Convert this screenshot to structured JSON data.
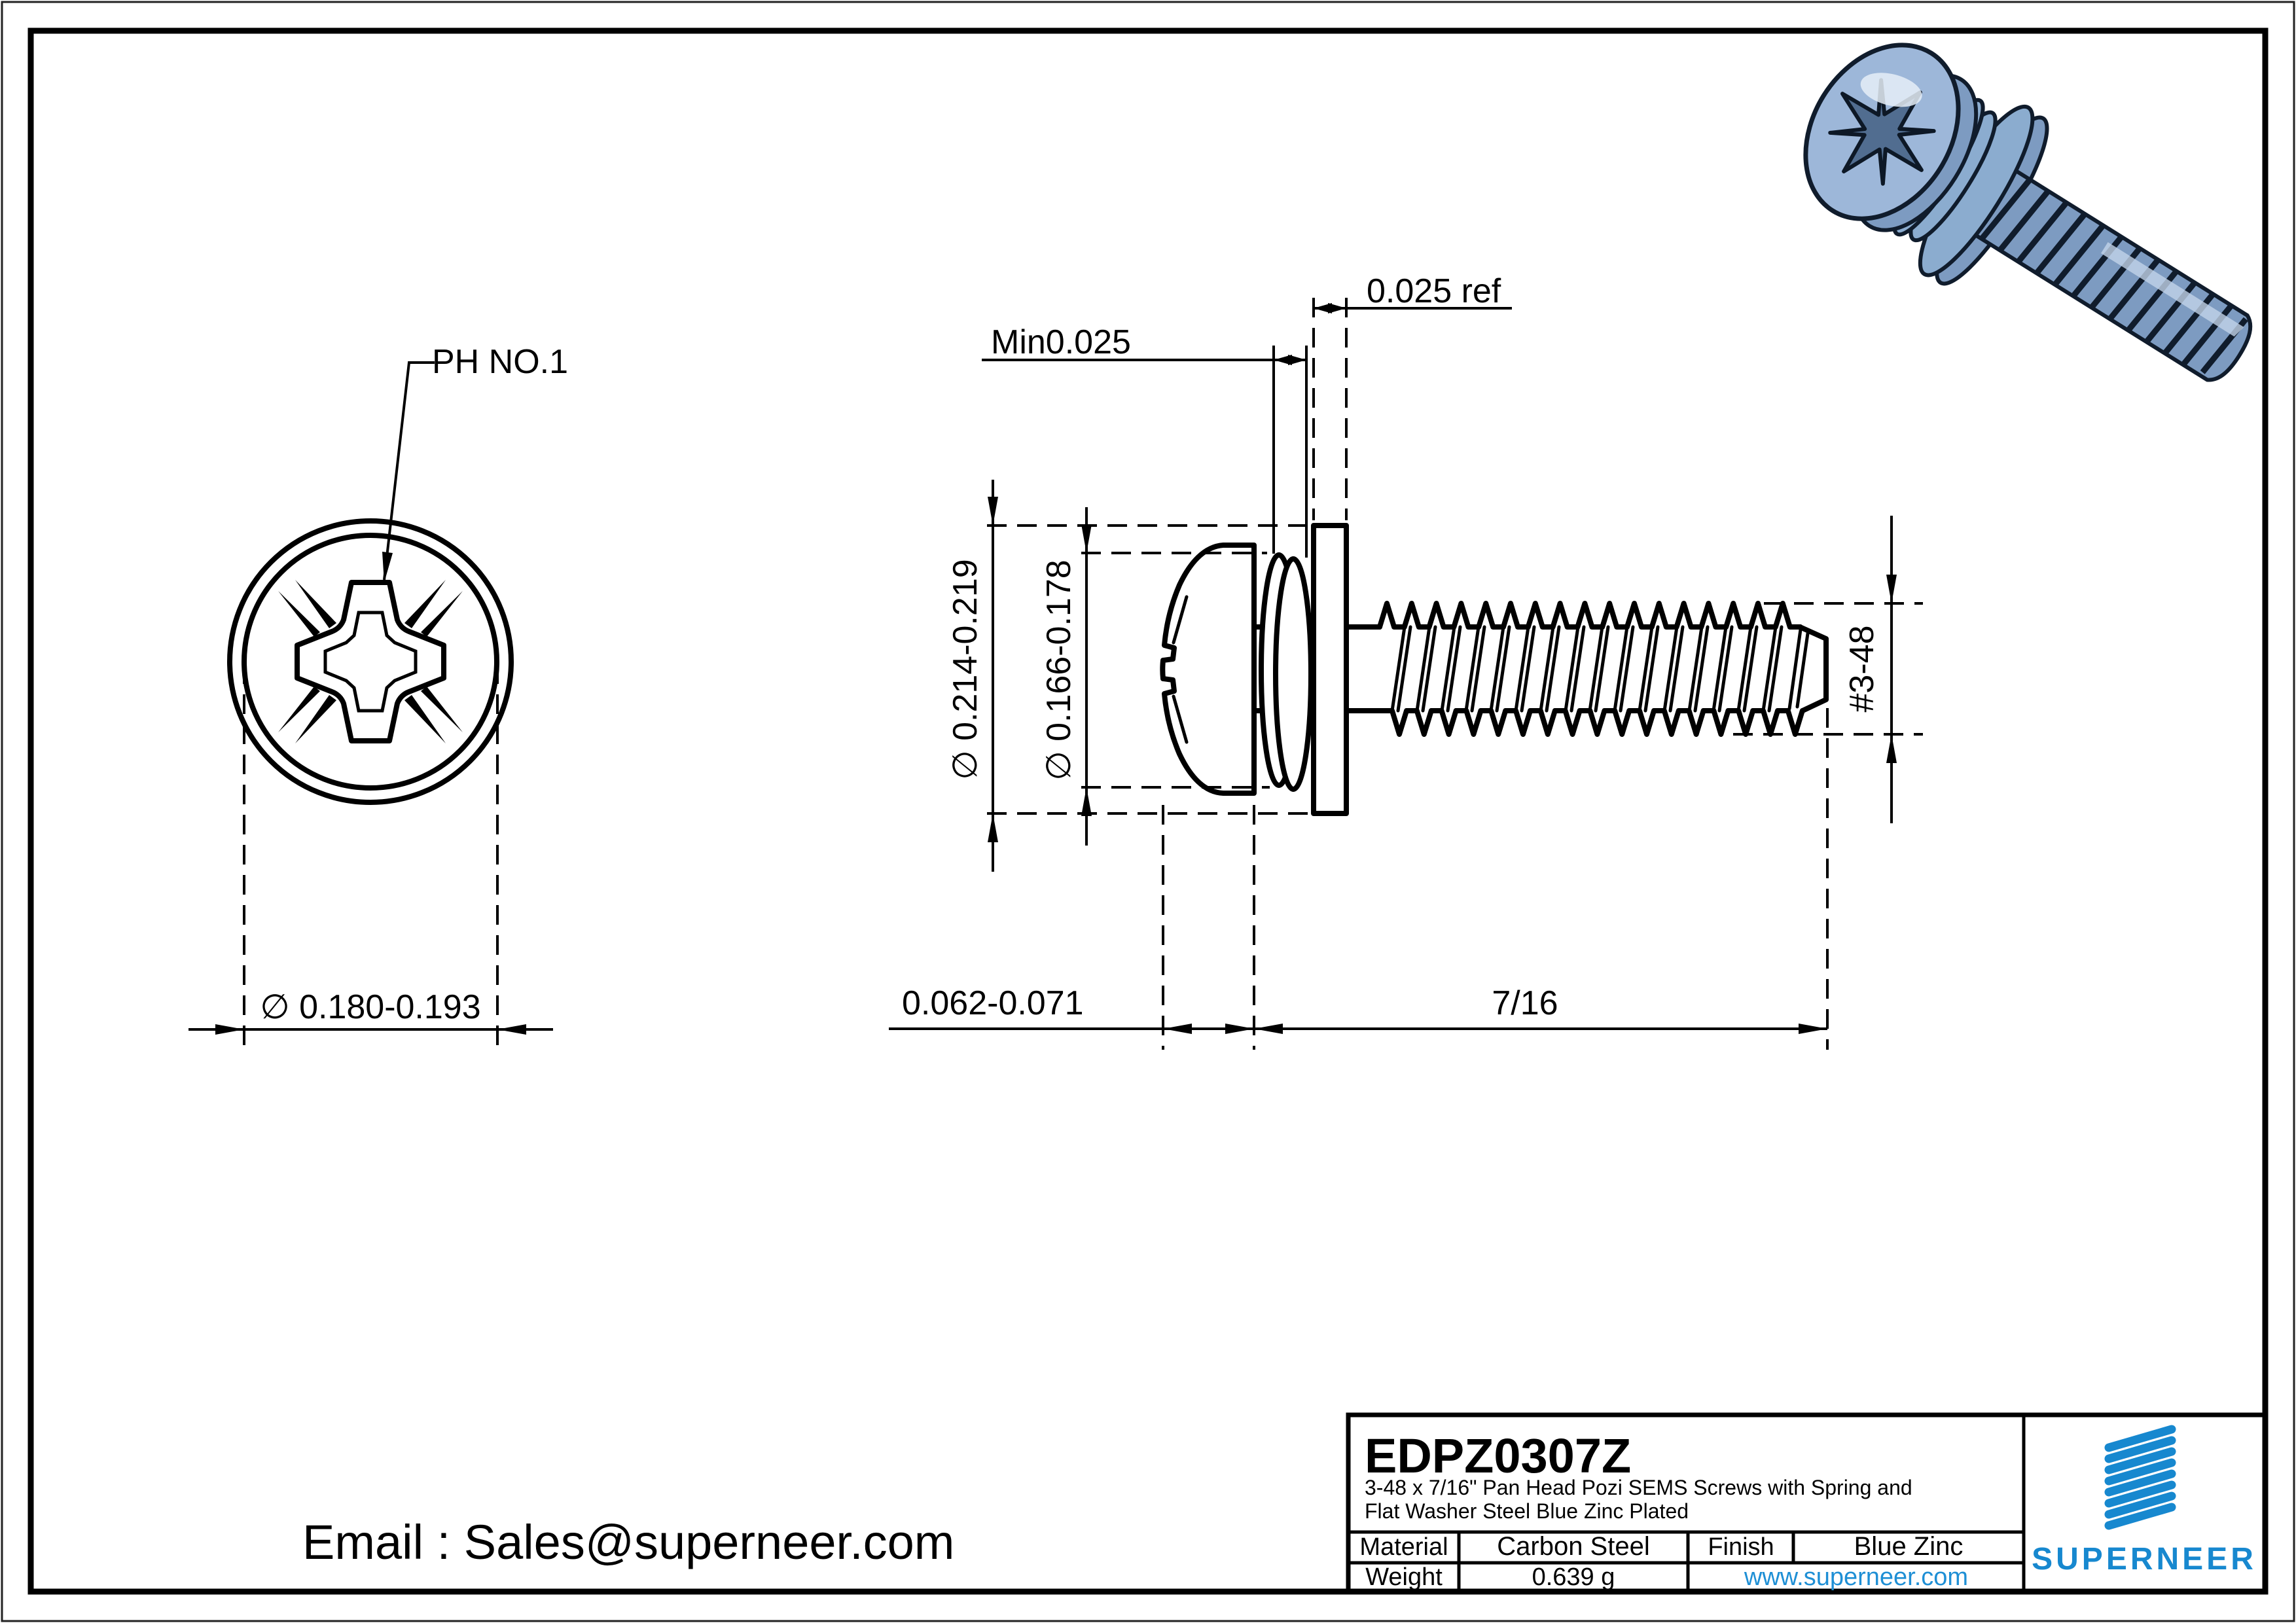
{
  "title_block": {
    "part_number": "EDPZ0307Z",
    "description_line1": "3-48 x 7/16\" Pan Head Pozi SEMS Screws with Spring and",
    "description_line2": "Flat Washer Steel Blue Zinc Plated",
    "material_label": "Material",
    "material_value": "Carbon Steel",
    "finish_label": "Finish",
    "finish_value": "Blue Zinc",
    "weight_label": "Weight",
    "weight_value": "0.639 g",
    "website": "www.superneer.com",
    "brand": "SUPERNEER",
    "brand_color": "#1788cf",
    "link_color": "#1e8fd5"
  },
  "contact": {
    "email": "Email : Sales@superneer.com"
  },
  "dimensions": {
    "drive_label": "PH NO.1",
    "head_diameter": "∅ 0.180-0.193",
    "washer_outer_diameter": "∅ 0.214-0.219",
    "spring_washer_outer_diameter": "∅ 0.166-0.178",
    "spring_washer_thickness": "Min0.025",
    "flat_washer_thickness": "0.025 ref",
    "head_height": "0.062-0.071",
    "thread_length": "7/16",
    "thread_size": "#3-48"
  },
  "screw_render": {
    "body_color": "#7d9bc1",
    "dome_color": "#9db7d9",
    "edge_color": "#101c2c"
  }
}
